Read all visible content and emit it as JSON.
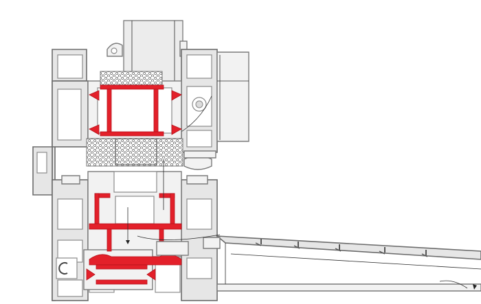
{
  "drawing": {
    "colors": {
      "background": "#ffffff",
      "aluminium_fill": "#e6e6e6",
      "aluminium_stroke": "#6b6b6b",
      "thermal_break": "#e3202a",
      "insulation_hatch": "#555555"
    },
    "parts": [
      "window-frame-profile",
      "window-sash-profile",
      "glazing-unit",
      "thermal-break-strips",
      "insulation-core",
      "sloped-sill-profile",
      "drainage-path"
    ]
  }
}
